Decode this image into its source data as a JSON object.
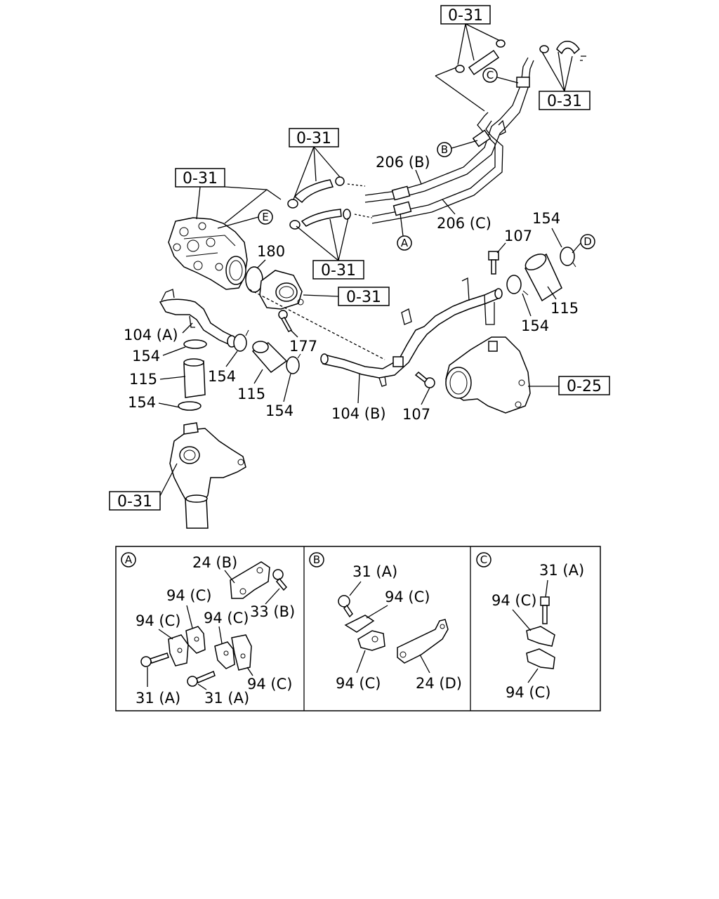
{
  "refs": [
    "0-31",
    "0-25"
  ],
  "parts": {
    "p104a": "104 (A)",
    "p104b": "104 (B)",
    "p107": "107",
    "p115": "115",
    "p154": "154",
    "p177": "177",
    "p180": "180",
    "p206b": "206 (B)",
    "p206c": "206 (C)",
    "p24b": "24 (B)",
    "p24d": "24 (D)",
    "p31a": "31 (A)",
    "p33b": "33 (B)",
    "p94c": "94 (C)"
  },
  "callouts": [
    "A",
    "B",
    "C",
    "D",
    "E"
  ]
}
